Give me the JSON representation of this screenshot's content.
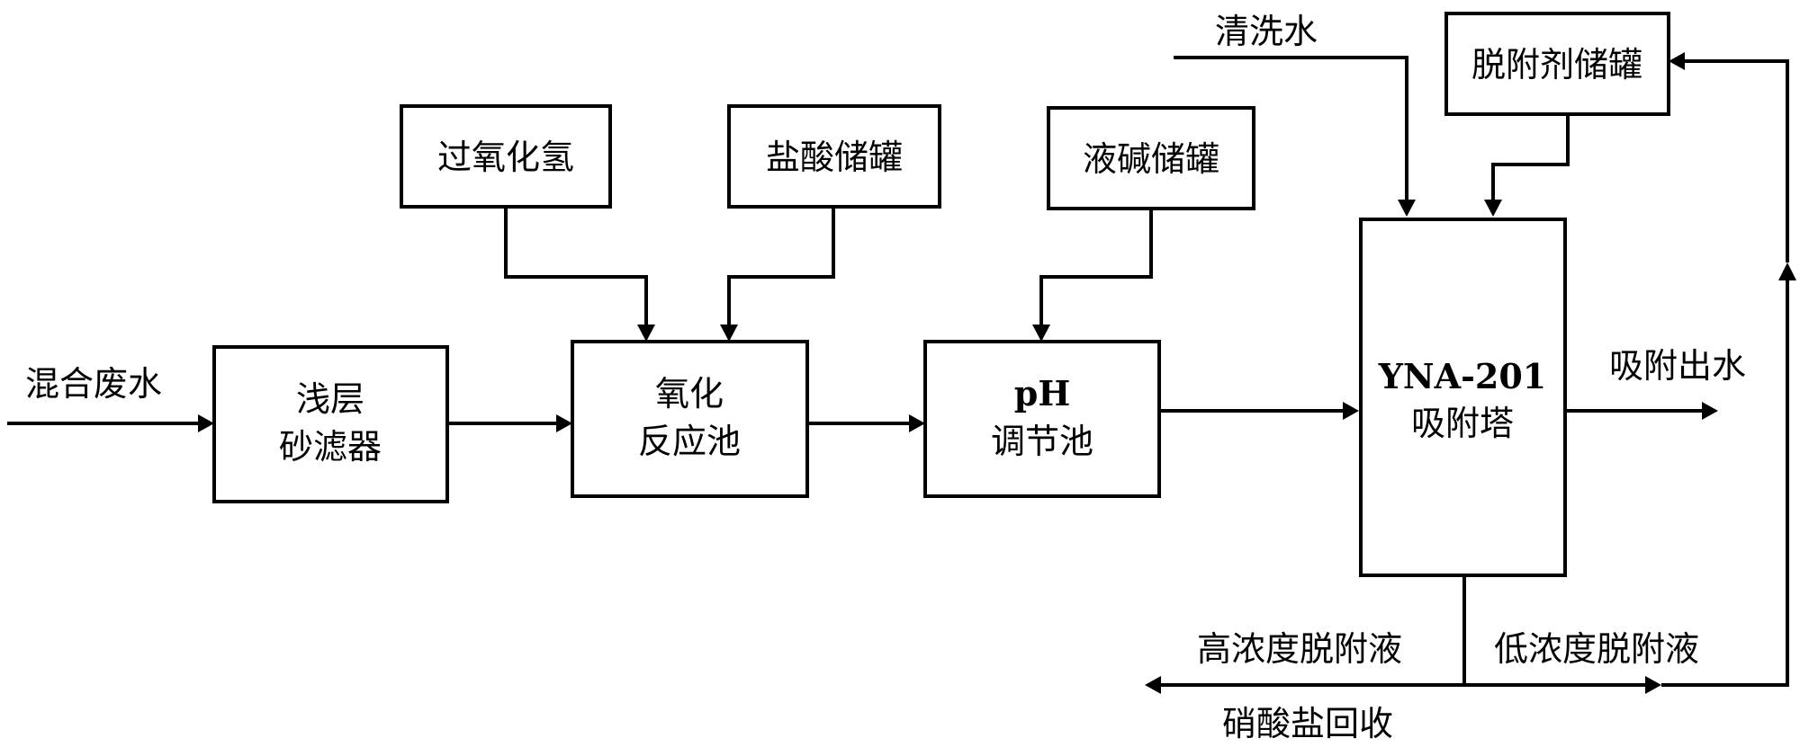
{
  "inputs": {
    "mixed_wastewater": "混合废水",
    "wash_water": "清洗水"
  },
  "units": {
    "sand_filter": {
      "line1": "浅层",
      "line2": "砂滤器"
    },
    "oxidation": {
      "line1": "氧化",
      "line2": "反应池"
    },
    "ph_tank": {
      "line1": "pH",
      "line2": "调节池"
    },
    "adsorption_tower": {
      "line1": "YNA-201",
      "line2": "吸附塔"
    }
  },
  "reagents": {
    "hydrogen_peroxide": "过氧化氢",
    "hcl_tank": "盐酸储罐",
    "caustic_tank": "液碱储罐",
    "desorbent_tank": "脱附剂储罐"
  },
  "outputs": {
    "adsorption_effluent": "吸附出水",
    "high_conc_desorbate": "高浓度脱附液",
    "low_conc_desorbate": "低浓度脱附液",
    "nitrate_recovery": "硝酸盐回收"
  }
}
